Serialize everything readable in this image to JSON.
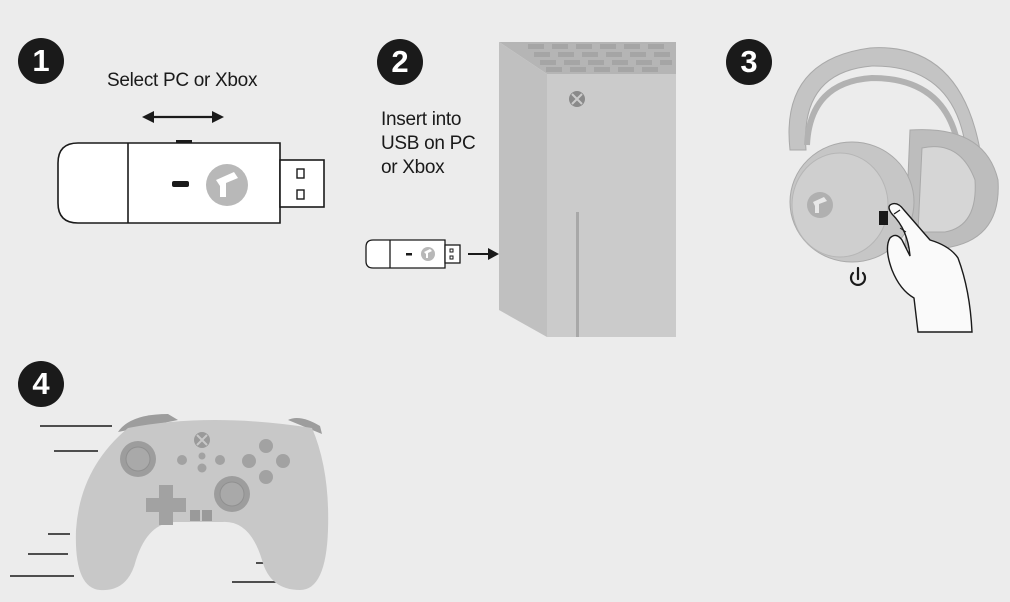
{
  "steps": [
    {
      "number": "1",
      "text": "Select PC or Xbox"
    },
    {
      "number": "2",
      "text_lines": [
        "Insert into",
        "USB on PC",
        "or Xbox"
      ]
    },
    {
      "number": "3"
    },
    {
      "number": "4"
    }
  ],
  "icons": {
    "power": "power-icon",
    "xbox": "xbox-logo-icon",
    "brand": "brand-logo-icon"
  },
  "colors": {
    "background": "#ececec",
    "device_gray": "#c9c9c9",
    "stroke": "#1a1a1a",
    "badge": "#1a1a1a"
  }
}
